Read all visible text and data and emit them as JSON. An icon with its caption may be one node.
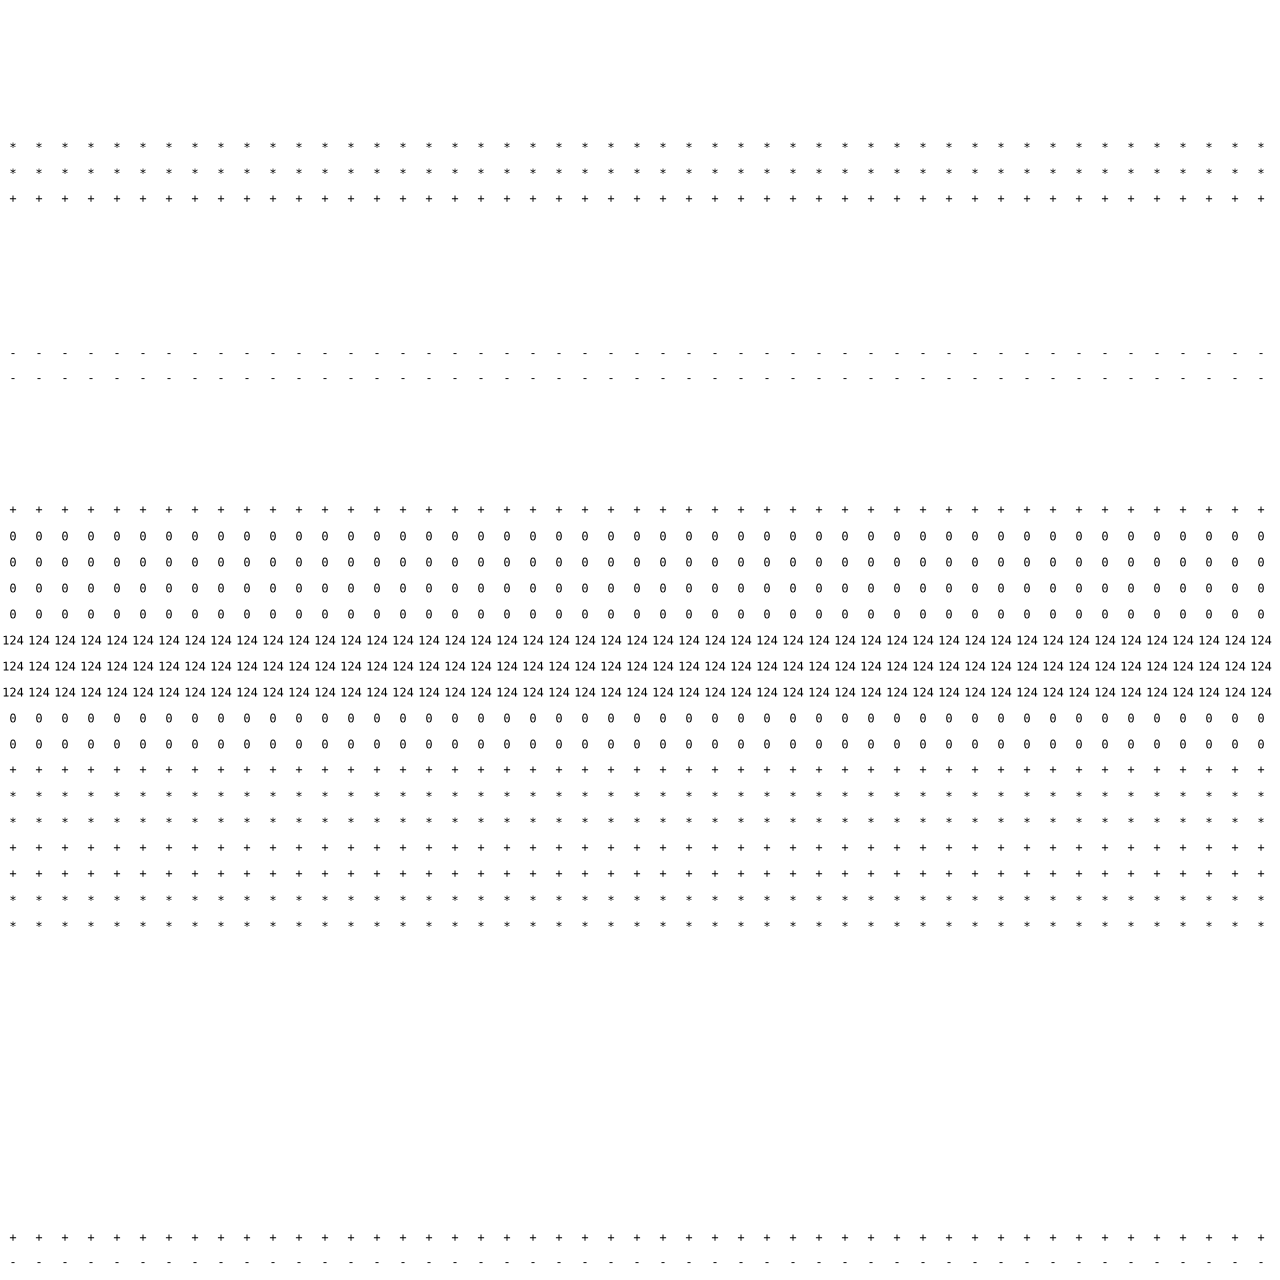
{
  "diagram": {
    "labels": [
      "*",
      "*",
      "*",
      "*",
      "*",
      "*",
      "*",
      "*",
      "*",
      "*",
      "*",
      "*",
      "*",
      "*",
      "*",
      "*",
      "*",
      "*",
      "*",
      "*",
      "*",
      "*",
      "*",
      "*",
      "*",
      "*",
      "*",
      "*",
      "*",
      "*",
      "*",
      "*",
      "*",
      "*",
      "*",
      "*",
      "*",
      "*",
      "*",
      "*",
      "*",
      "*",
      "*",
      "*",
      "*",
      "*",
      "*",
      "*",
      "*",
      "*",
      "*",
      "*",
      "*",
      "*",
      "*",
      "*",
      "*",
      "*",
      "*",
      "*",
      "*",
      "*",
      "*",
      "*",
      "*",
      "*",
      "*",
      "*",
      "*",
      "*",
      "*",
      "*",
      "*",
      "*",
      "*",
      "*",
      "*",
      "*",
      "*",
      "*",
      "*",
      "*",
      "*",
      "*",
      "*",
      "*",
      "*",
      "*",
      "*",
      "*",
      "*",
      "*",
      "*",
      "*",
      "*",
      "*",
      "*",
      "*",
      "+",
      "+",
      "+",
      "+",
      "+",
      "+",
      "+",
      "+",
      "+",
      "+",
      "+",
      "+",
      "+",
      "+",
      "+",
      "+",
      "+",
      "+",
      "+",
      "+",
      "+",
      "+",
      "+",
      "+",
      "+",
      "+",
      "+",
      "+",
      "+",
      "+",
      "+",
      "+",
      "+",
      "+",
      "+",
      "+",
      "+",
      "+",
      "+",
      "+",
      "+",
      "+",
      "+",
      "+",
      "+",
      "+",
      "+",
      "+",
      "+",
      "-",
      "-",
      "-",
      "-",
      "-",
      "-",
      "-",
      "-",
      "-",
      "-",
      "-",
      "-",
      "-",
      "-",
      "-",
      "-",
      "-",
      "-",
      "-",
      "-",
      "-",
      "-",
      "-",
      "-",
      "-",
      "-",
      "-",
      "-",
      "-",
      "-",
      "-",
      "-",
      "-",
      "-",
      "-",
      "-",
      "-",
      "-",
      "-",
      "-",
      "-",
      "-",
      "-",
      "-",
      "-",
      "-",
      "-",
      "-",
      "-",
      "-",
      "-",
      "-",
      "-",
      "-",
      "-",
      "-",
      "-",
      "-",
      "-",
      "-",
      "-",
      "-",
      "-",
      "-",
      "-",
      "-",
      "-",
      "-",
      "-",
      "-",
      "-",
      "-",
      "-",
      "-",
      "-",
      "-",
      "-",
      "-",
      "-",
      "-",
      "-",
      "-",
      "-",
      "-",
      "-",
      "-",
      "-",
      "-",
      "-",
      "-",
      "-",
      "-",
      "-",
      "-",
      "-",
      "-",
      "-",
      "-",
      "+",
      "+",
      "+",
      "+",
      "+",
      "+",
      "+",
      "+",
      "+",
      "+",
      "+",
      "+",
      "+",
      "+",
      "+",
      "+",
      "+",
      "+",
      "+",
      "+",
      "+",
      "+",
      "+",
      "+",
      "+",
      "+",
      "+",
      "+",
      "+",
      "+",
      "+",
      "+",
      "+",
      "+",
      "+",
      "+",
      "+",
      "+",
      "+",
      "+",
      "+",
      "+",
      "+",
      "+",
      "+",
      "+",
      "+",
      "+",
      "+",
      "0",
      "0",
      "0",
      "0",
      "0",
      "0",
      "0",
      "0",
      "0",
      "0",
      "0",
      "0",
      "0",
      "0",
      "0",
      "0",
      "0",
      "0",
      "0",
      "0",
      "0",
      "0",
      "0",
      "0",
      "0",
      "0",
      "0",
      "0",
      "0",
      "0",
      "0",
      "0",
      "0",
      "0",
      "0",
      "0",
      "0",
      "0",
      "0",
      "0",
      "0",
      "0",
      "0",
      "0",
      "0",
      "0",
      "0",
      "0",
      "0",
      "0",
      "0",
      "0",
      "0",
      "0",
      "0",
      "0",
      "0",
      "0",
      "0",
      "0",
      "0",
      "0",
      "0",
      "0",
      "0",
      "0",
      "0",
      "0",
      "0",
      "0",
      "0",
      "0",
      "0",
      "0",
      "0",
      "0",
      "0",
      "0",
      "0",
      "0",
      "0",
      "0",
      "0",
      "0",
      "0",
      "0",
      "0",
      "0",
      "0",
      "0",
      "0",
      "0",
      "0",
      "0",
      "0",
      "0",
      "0",
      "0",
      "0",
      "0",
      "0",
      "0",
      "0",
      "0",
      "0",
      "0",
      "0",
      "0",
      "0",
      "0",
      "0",
      "0",
      "0",
      "0",
      "0",
      "0",
      "0",
      "0",
      "0",
      "0",
      "0",
      "0",
      "0",
      "0",
      "0",
      "0",
      "0",
      "0",
      "0",
      "0",
      "0",
      "0",
      "0",
      "0",
      "0",
      "0",
      "0",
      "0",
      "0",
      "0",
      "0",
      "0",
      "0",
      "0",
      "0",
      "0",
      "0",
      "0",
      "0",
      "0",
      "0",
      "0",
      "0",
      "0",
      "0",
      "0",
      "0",
      "0",
      "0",
      "0",
      "0",
      "0",
      "0",
      "0",
      "0",
      "0",
      "0",
      "0",
      "0",
      "0",
      "0",
      "0",
      "0",
      "0",
      "0",
      "0",
      "0",
      "0",
      "0",
      "0",
      "0",
      "0",
      "0",
      "0",
      "0",
      "0",
      "0",
      "0",
      "0",
      "0",
      "0",
      "0",
      "0",
      "0",
      "0",
      "0",
      "124",
      "124",
      "124",
      "124",
      "124",
      "124",
      "124",
      "124",
      "124",
      "124",
      "124",
      "124",
      "124",
      "124",
      "124",
      "124",
      "124",
      "124",
      "124",
      "124",
      "124",
      "124",
      "124",
      "124",
      "124",
      "124",
      "124",
      "124",
      "124",
      "124",
      "124",
      "124",
      "124",
      "124",
      "124",
      "124",
      "124",
      "124",
      "124",
      "124",
      "124",
      "124",
      "124",
      "124",
      "124",
      "124",
      "124",
      "124",
      "124",
      "124",
      "124",
      "124",
      "124",
      "124",
      "124",
      "124",
      "124",
      "124",
      "124",
      "124",
      "124",
      "124",
      "124",
      "124",
      "124",
      "124",
      "124",
      "124",
      "124",
      "124",
      "124",
      "124",
      "124",
      "124",
      "124",
      "124",
      "124",
      "124",
      "124",
      "124",
      "124",
      "124",
      "124",
      "124",
      "124",
      "124",
      "124",
      "124",
      "124",
      "124",
      "124",
      "124",
      "124",
      "124",
      "124",
      "124",
      "124",
      "124",
      "124",
      "124",
      "124",
      "124",
      "124",
      "124",
      "124",
      "124",
      "124",
      "124",
      "124",
      "124",
      "124",
      "124",
      "124",
      "124",
      "124",
      "124",
      "124",
      "124",
      "124",
      "124",
      "124",
      "124",
      "124",
      "124",
      "124",
      "124",
      "124",
      "124",
      "124",
      "124",
      "124",
      "124",
      "124",
      "124",
      "124",
      "124",
      "124",
      "124",
      "124",
      "124",
      "124",
      "124",
      "124",
      "124",
      "124",
      "124",
      "124",
      "0",
      "0",
      "0",
      "0",
      "0",
      "0",
      "0",
      "0",
      "0",
      "0",
      "0",
      "0",
      "0",
      "0",
      "0",
      "0",
      "0",
      "0",
      "0",
      "0",
      "0",
      "0",
      "0",
      "0",
      "0",
      "0",
      "0",
      "0",
      "0",
      "0",
      "0",
      "0",
      "0",
      "0",
      "0",
      "0",
      "0",
      "0",
      "0",
      "0",
      "0",
      "0",
      "0",
      "0",
      "0",
      "0",
      "0",
      "0",
      "0",
      "0",
      "0",
      "0",
      "0",
      "0",
      "0",
      "0",
      "0",
      "0",
      "0",
      "0",
      "0",
      "0",
      "0",
      "0",
      "0",
      "0",
      "0",
      "0",
      "0",
      "0",
      "0",
      "0",
      "0",
      "0",
      "0",
      "0",
      "0",
      "0",
      "0",
      "0",
      "0",
      "0",
      "0",
      "0",
      "0",
      "0",
      "0",
      "0",
      "0",
      "0",
      "0",
      "0",
      "0",
      "0",
      "0",
      "0",
      "0",
      "0",
      "+",
      "+",
      "+",
      "+",
      "+",
      "+",
      "+",
      "+",
      "+",
      "+",
      "+",
      "+",
      "+",
      "+",
      "+",
      "+",
      "+",
      "+",
      "+",
      "+",
      "+",
      "+",
      "+",
      "+",
      "+",
      "+",
      "+",
      "+",
      "+",
      "+",
      "+",
      "+",
      "+",
      "+",
      "+",
      "+",
      "+",
      "+",
      "+",
      "+",
      "+",
      "+",
      "+",
      "+",
      "+",
      "+",
      "+",
      "+",
      "+",
      "*",
      "*",
      "*",
      "*",
      "*",
      "*",
      "*",
      "*",
      "*",
      "*",
      "*",
      "*",
      "*",
      "*",
      "*",
      "*",
      "*",
      "*",
      "*",
      "*",
      "*",
      "*",
      "*",
      "*",
      "*",
      "*",
      "*",
      "*",
      "*",
      "*",
      "*",
      "*",
      "*",
      "*",
      "*",
      "*",
      "*",
      "*",
      "*",
      "*",
      "*",
      "*",
      "*",
      "*",
      "*",
      "*",
      "*",
      "*",
      "*",
      "*",
      "*",
      "*",
      "*",
      "*",
      "*",
      "*",
      "*",
      "*",
      "*",
      "*",
      "*",
      "*",
      "*",
      "*",
      "*",
      "*",
      "*",
      "*",
      "*",
      "*",
      "*",
      "*",
      "*",
      "*",
      "*",
      "*",
      "*",
      "*",
      "*",
      "*",
      "*",
      "*",
      "*",
      "*",
      "*",
      "*",
      "*",
      "*",
      "*",
      "*",
      "*",
      "*",
      "*",
      "*",
      "*",
      "*",
      "*",
      "*",
      "+",
      "+",
      "+",
      "+",
      "+",
      "+",
      "+",
      "+",
      "+",
      "+",
      "+",
      "+",
      "+",
      "+",
      "+",
      "+",
      "+",
      "+",
      "+",
      "+",
      "+",
      "+",
      "+",
      "+",
      "+",
      "+",
      "+",
      "+",
      "+",
      "+",
      "+",
      "+",
      "+",
      "+",
      "+",
      "+",
      "+",
      "+",
      "+",
      "+",
      "+",
      "+",
      "+",
      "+",
      "+",
      "+",
      "+",
      "+",
      "+",
      "+",
      "+",
      "+",
      "+",
      "+",
      "+",
      "+",
      "+",
      "+",
      "+",
      "+",
      "+",
      "+",
      "+",
      "+",
      "+",
      "+",
      "+",
      "+",
      "+",
      "+",
      "+",
      "+",
      "+",
      "+",
      "+",
      "+",
      "+",
      "+",
      "+",
      "+",
      "+",
      "+",
      "+",
      "+",
      "+",
      "+",
      "+",
      "+",
      "+",
      "+",
      "+",
      "+",
      "+",
      "+",
      "+",
      "+",
      "+",
      "+",
      "*",
      "*",
      "*",
      "*",
      "*",
      "*",
      "*",
      "*",
      "*",
      "*",
      "*",
      "*",
      "*",
      "*",
      "*",
      "*",
      "*",
      "*",
      "*",
      "*",
      "*",
      "*",
      "*",
      "*",
      "*",
      "*",
      "*",
      "*",
      "*",
      "*",
      "*",
      "*",
      "*",
      "*",
      "*",
      "*",
      "*",
      "*",
      "*",
      "*",
      "*",
      "*",
      "*",
      "*",
      "*",
      "*",
      "*",
      "*",
      "*",
      "*",
      "*",
      "*",
      "*",
      "*",
      "*",
      "*",
      "*",
      "*",
      "*",
      "*",
      "*",
      "*",
      "*",
      "*",
      "*",
      "*",
      "*",
      "*",
      "*",
      "*",
      "*",
      "*",
      "*",
      "*",
      "*",
      "*",
      "*",
      "*",
      "*",
      "*",
      "*",
      "*",
      "*",
      "*",
      "*",
      "*",
      "*",
      "*",
      "*",
      "*",
      "*",
      "*",
      "*",
      "*",
      "*",
      "*",
      "*",
      "*",
      "+",
      "+",
      "+",
      "+",
      "+",
      "+",
      "+",
      "+",
      "+",
      "+",
      "+",
      "+",
      "+",
      "+",
      "+",
      "+",
      "+",
      "+",
      "+",
      "+",
      "+",
      "+",
      "+",
      "+",
      "+",
      "+",
      "+",
      "+",
      "+",
      "+",
      "+",
      "+",
      "+",
      "+",
      "+",
      "+",
      "+",
      "+",
      "+",
      "+",
      "+",
      "+",
      "+",
      "+",
      "+",
      "+",
      "+",
      "+",
      "+",
      "-",
      "-",
      "-",
      "-",
      "-",
      "-",
      "-",
      "-",
      "-",
      "-",
      "-",
      "-",
      "-",
      "-",
      "-",
      "-",
      "-",
      "-",
      "-",
      "-",
      "-",
      "-",
      "-",
      "-",
      "-",
      "-",
      "-",
      "-",
      "-",
      "-",
      "-",
      "-",
      "-",
      "-",
      "-",
      "-",
      "-",
      "-",
      "-",
      "-",
      "-",
      "-",
      "-",
      "-",
      "-",
      "-",
      "-",
      "-",
      "-"
    ]
  }
}
